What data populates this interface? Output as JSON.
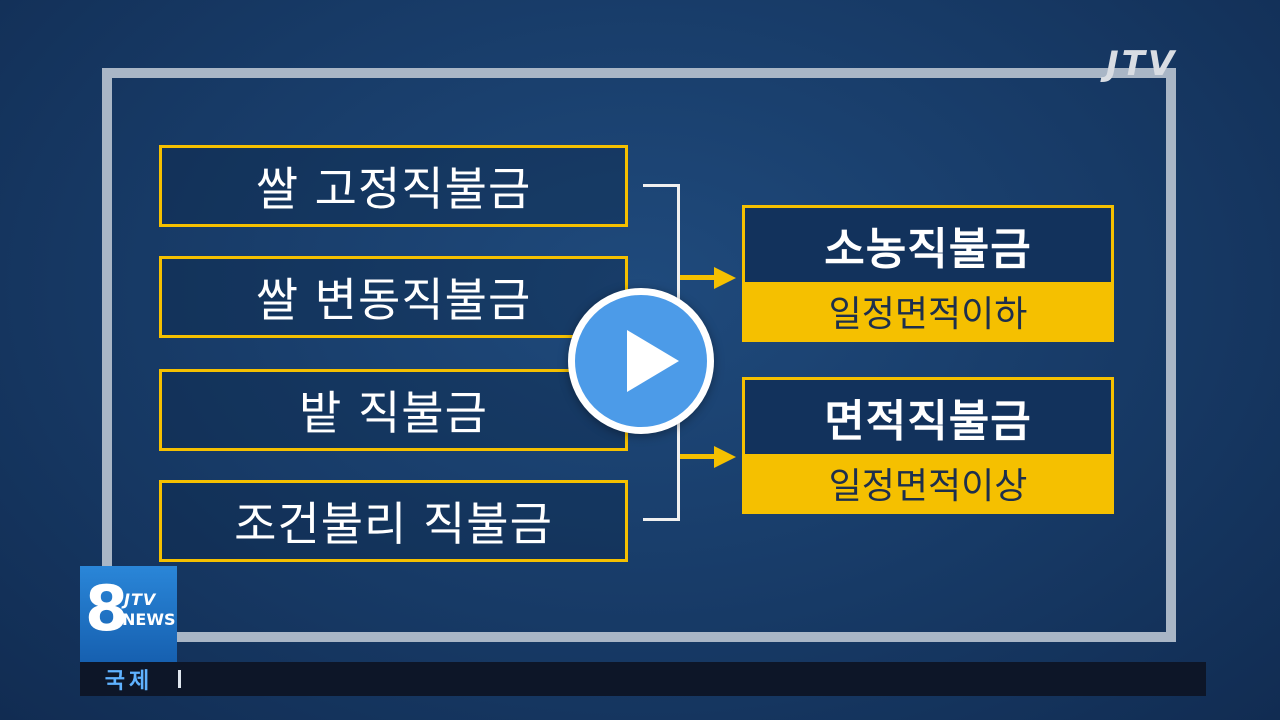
{
  "brand": {
    "logo_text": "JTV"
  },
  "diagram": {
    "left_items": [
      {
        "label": "쌀 고정직불금"
      },
      {
        "label": "쌀 변동직불금"
      },
      {
        "label": "밭 직불금"
      },
      {
        "label": "조건불리 직불금"
      }
    ],
    "right_items": [
      {
        "title": "소농직불금",
        "subtitle": "일정면적이하"
      },
      {
        "title": "면적직불금",
        "subtitle": "일정면적이상"
      }
    ]
  },
  "news_logo": {
    "number": "8",
    "channel": "JTV",
    "word": "NEWS"
  },
  "ticker": {
    "category": "국제",
    "text": ""
  },
  "colors": {
    "accent": "#f5c000",
    "background": "#173a66",
    "play": "#4c9be8"
  }
}
